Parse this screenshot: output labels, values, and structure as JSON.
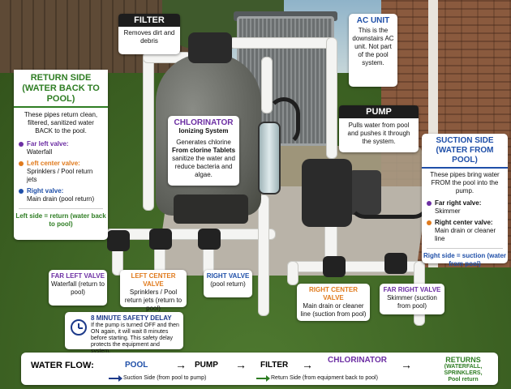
{
  "filter": {
    "title": "FILTER",
    "desc": "Removes dirt and debris"
  },
  "ac_unit": {
    "title": "AC UNIT",
    "desc": "This is the downstairs AC unit. Not part of the pool system."
  },
  "pump": {
    "title": "PUMP",
    "desc": "Pulls water from pool and pushes it through the system."
  },
  "chlorinator": {
    "title": "CHLORINATOR",
    "subtitle": "Ionizing System",
    "desc1": "Generates chlorine",
    "desc2": "From clorine Tablets",
    "desc3": "sanitize the water and reduce bacteria and algae."
  },
  "return_side": {
    "title1": "RETURN SIDE",
    "title2": "(WATER BACK TO POOL)",
    "intro": "These pipes return clean, filtered, sanitized water BACK to the pool.",
    "items": [
      {
        "label": "Far left valve:",
        "desc": "Waterfall",
        "color": "#6c2ea3"
      },
      {
        "label": "Left center valve:",
        "desc": "Sprinklers / Pool return jets",
        "color": "#e07a1c"
      },
      {
        "label": "Right valve:",
        "desc": "Main drain (pool return)",
        "color": "#1f4fa8"
      }
    ],
    "footer": "Left side = return (water back to pool)"
  },
  "suction_side": {
    "title1": "SUCTION SIDE",
    "title2": "(WATER FROM POOL)",
    "intro": "These pipes bring water FROM the pool into the pump.",
    "items": [
      {
        "label": "Far right valve:",
        "desc": "Skimmer",
        "color": "#6c2ea3"
      },
      {
        "label": "Right center valve:",
        "desc": "Main drain or cleaner line",
        "color": "#e07a1c"
      }
    ],
    "footer": "Right side = suction (water from pool)"
  },
  "valves": {
    "far_left": {
      "title": "FAR LEFT VALVE",
      "desc": "Waterfall (return to pool)"
    },
    "left_center": {
      "title": "LEFT CENTER VALVE",
      "desc": "Sprinklers / Pool return jets (return to pool)"
    },
    "right": {
      "title": "RIGHT VALVE",
      "desc": "(pool return)"
    },
    "right_center": {
      "title": "RIGHT CENTER VALVE",
      "desc": "Main drain or cleaner line (suction from pool)"
    },
    "far_right": {
      "title": "FAR RIGHT VALVE",
      "desc": "Skimmer (suction from pool)"
    }
  },
  "safety": {
    "title": "8 MINUTE SAFETY DELAY",
    "desc": "If the pump is turned OFF and then ON again, it will wait 8 minutes before starting. This safety delay protects the equipment and system."
  },
  "flow": {
    "title": "WATER FLOW:",
    "steps": [
      "POOL",
      "PUMP",
      "FILTER",
      "CHLORINATOR"
    ],
    "returns_title": "RETURNS",
    "returns_sub": "(WATERFALL, SPRINKLERS,",
    "returns_sub2": "Pool return",
    "legend_suction": "Suction Side (from pool to pump)",
    "legend_return": "Return Side (from equipment back to pool)"
  },
  "colors": {
    "purple": "#6c2ea3",
    "orange": "#e07a1c",
    "blue": "#1f4fa8",
    "green": "#2e7d23",
    "navy": "#1d3a8a"
  }
}
